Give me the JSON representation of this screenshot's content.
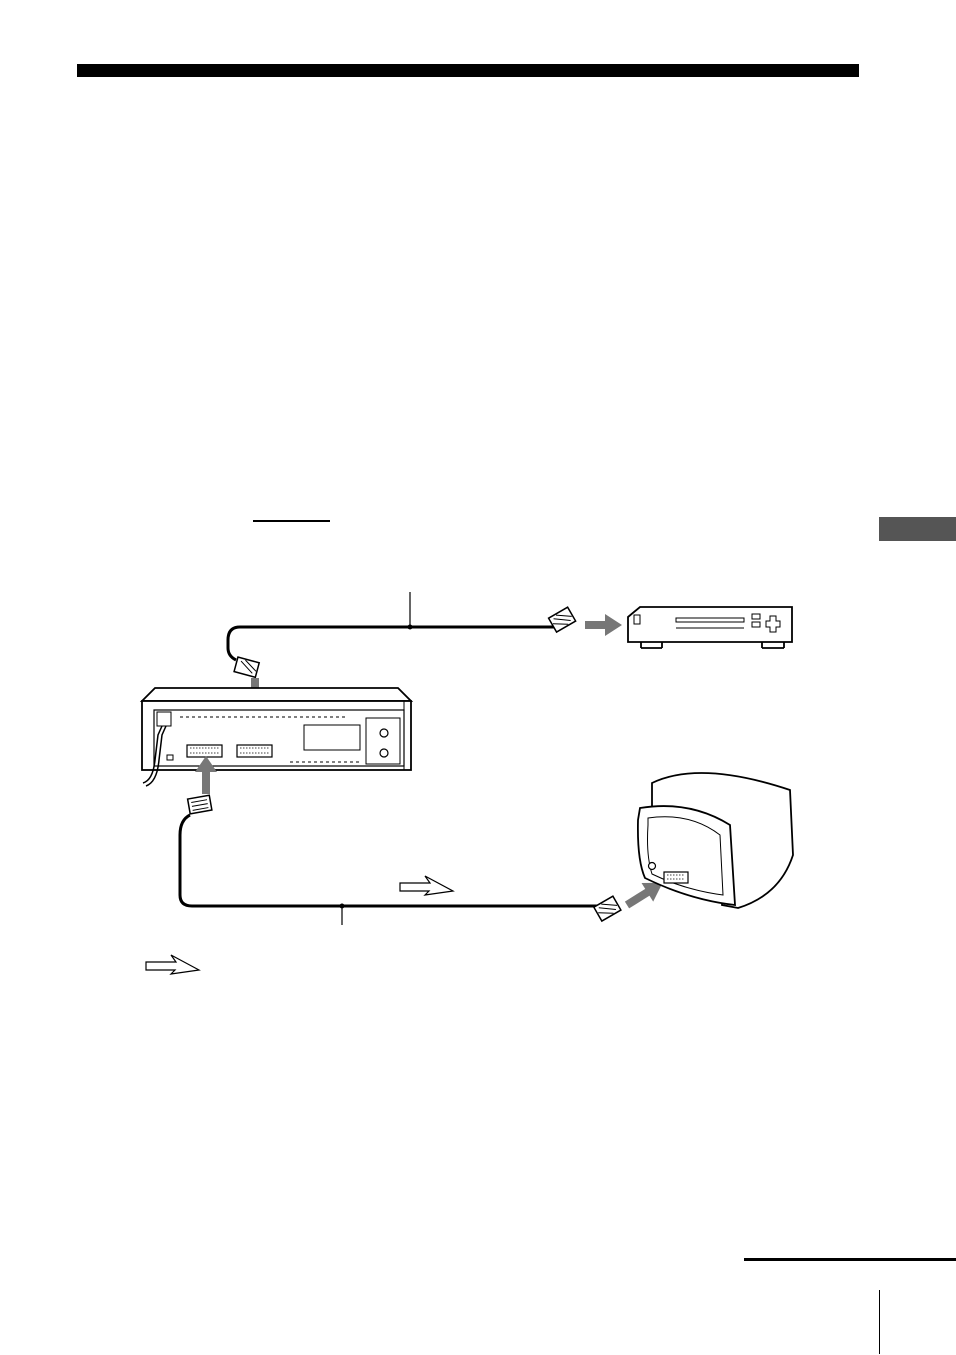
{
  "page": {
    "heading_bar_color": "#000000",
    "section_tab_color": "#555555"
  },
  "diagram": {
    "devices": [
      "vcr-rear-panel",
      "external-player",
      "tv-monitor"
    ],
    "cables": [
      "scart-cable-top",
      "scart-cable-bottom"
    ],
    "icons": [
      "connect-arrow-icon",
      "signal-flow-arrow-icon",
      "legend-signal-flow-arrow-icon"
    ],
    "arrow_color": "#777777"
  }
}
